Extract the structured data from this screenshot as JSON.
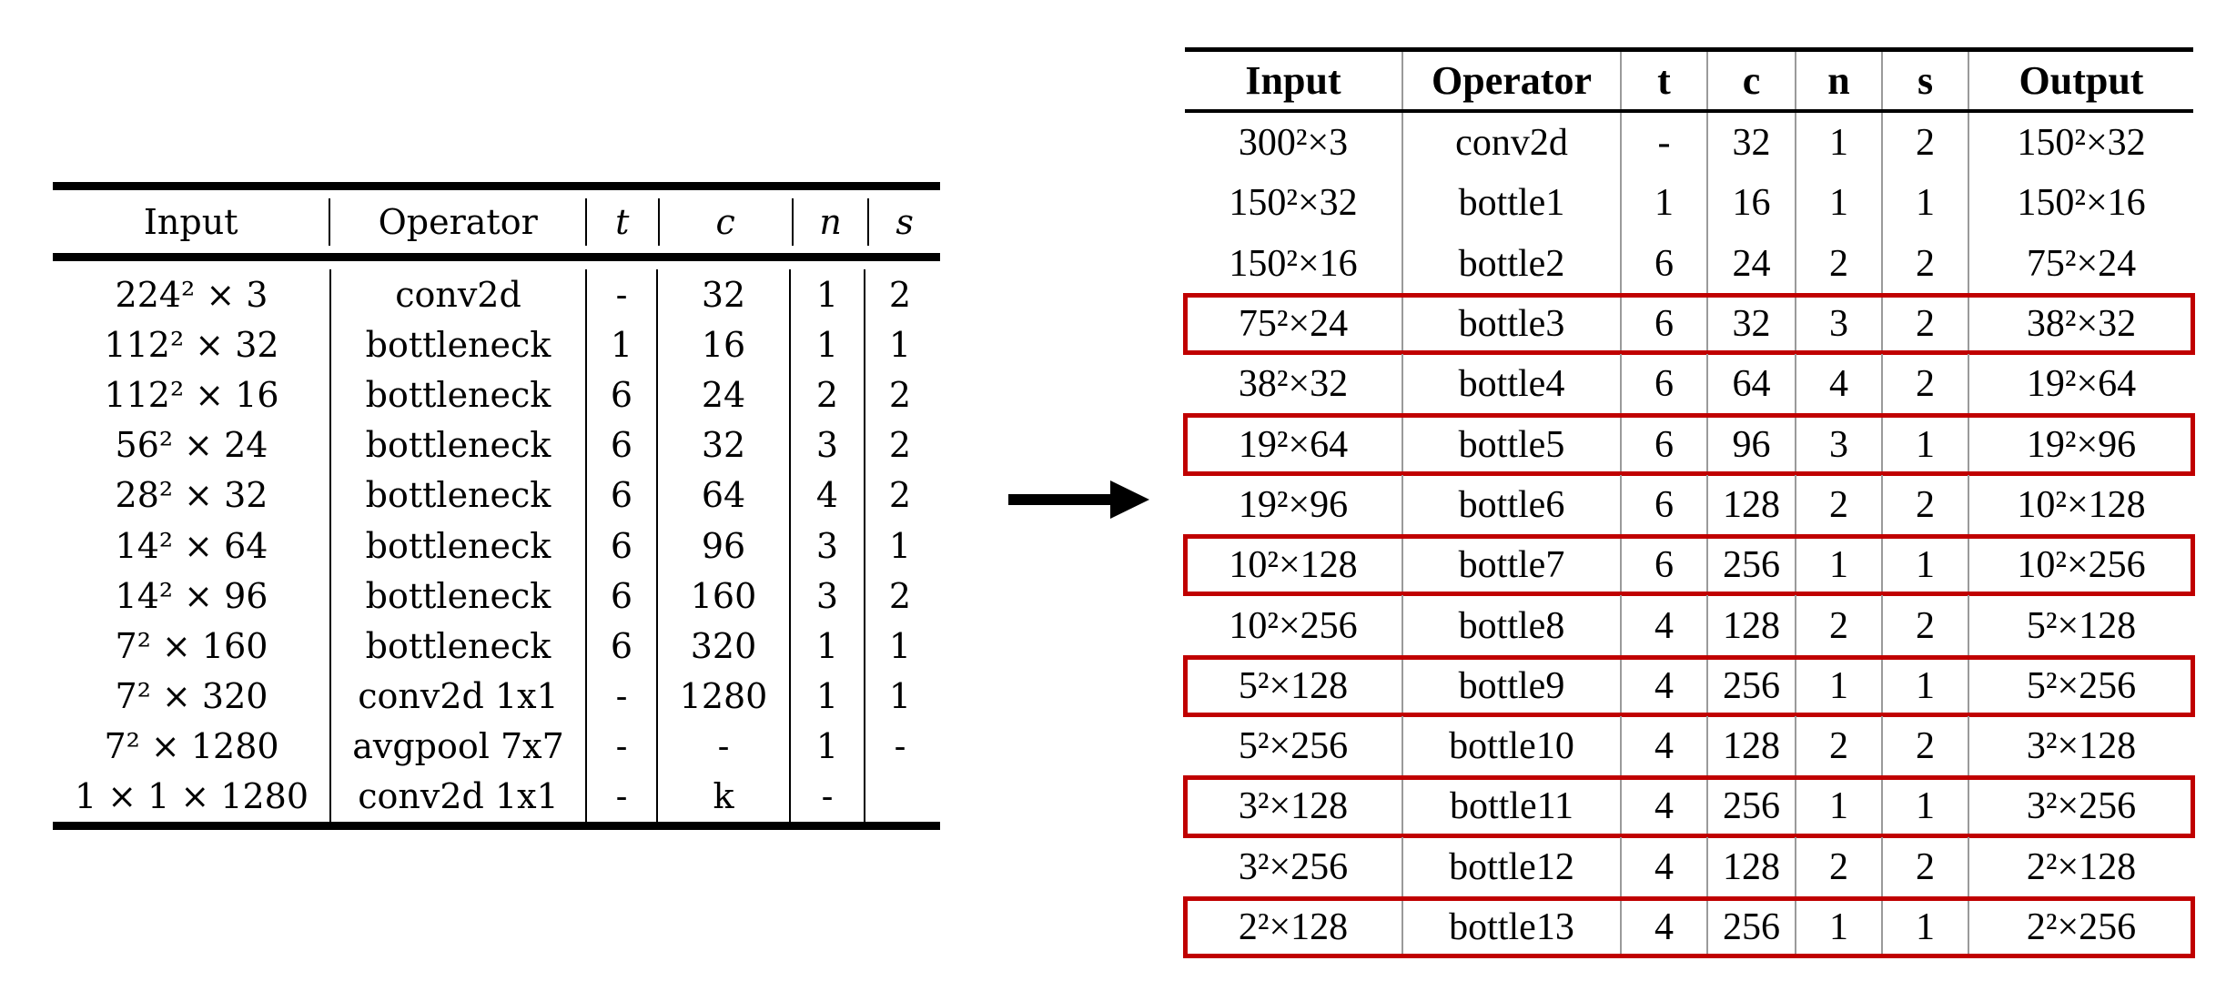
{
  "left_table": {
    "headers": [
      "Input",
      "Operator",
      "t",
      "c",
      "n",
      "s"
    ],
    "rows": [
      [
        "224² × 3",
        "conv2d",
        "-",
        "32",
        "1",
        "2"
      ],
      [
        "112² × 32",
        "bottleneck",
        "1",
        "16",
        "1",
        "1"
      ],
      [
        "112² × 16",
        "bottleneck",
        "6",
        "24",
        "2",
        "2"
      ],
      [
        "56² × 24",
        "bottleneck",
        "6",
        "32",
        "3",
        "2"
      ],
      [
        "28² × 32",
        "bottleneck",
        "6",
        "64",
        "4",
        "2"
      ],
      [
        "14² × 64",
        "bottleneck",
        "6",
        "96",
        "3",
        "1"
      ],
      [
        "14² × 96",
        "bottleneck",
        "6",
        "160",
        "3",
        "2"
      ],
      [
        "7² × 160",
        "bottleneck",
        "6",
        "320",
        "1",
        "1"
      ],
      [
        "7² × 320",
        "conv2d 1x1",
        "-",
        "1280",
        "1",
        "1"
      ],
      [
        "7² × 1280",
        "avgpool 7x7",
        "-",
        "-",
        "1",
        "-"
      ],
      [
        "1 × 1 × 1280",
        "conv2d 1x1",
        "-",
        "k",
        "-",
        ""
      ]
    ]
  },
  "right_table": {
    "headers": [
      "Input",
      "Operator",
      "t",
      "c",
      "n",
      "s",
      "Output"
    ],
    "rows": [
      [
        "300²×3",
        "conv2d",
        "-",
        "32",
        "1",
        "2",
        "150²×32"
      ],
      [
        "150²×32",
        "bottle1",
        "1",
        "16",
        "1",
        "1",
        "150²×16"
      ],
      [
        "150²×16",
        "bottle2",
        "6",
        "24",
        "2",
        "2",
        "75²×24"
      ],
      [
        "75²×24",
        "bottle3",
        "6",
        "32",
        "3",
        "2",
        "38²×32"
      ],
      [
        "38²×32",
        "bottle4",
        "6",
        "64",
        "4",
        "2",
        "19²×64"
      ],
      [
        "19²×64",
        "bottle5",
        "6",
        "96",
        "3",
        "1",
        "19²×96"
      ],
      [
        "19²×96",
        "bottle6",
        "6",
        "128",
        "2",
        "2",
        "10²×128"
      ],
      [
        "10²×128",
        "bottle7",
        "6",
        "256",
        "1",
        "1",
        "10²×256"
      ],
      [
        "10²×256",
        "bottle8",
        "4",
        "128",
        "2",
        "2",
        "5²×128"
      ],
      [
        "5²×128",
        "bottle9",
        "4",
        "256",
        "1",
        "1",
        "5²×256"
      ],
      [
        "5²×256",
        "bottle10",
        "4",
        "128",
        "2",
        "2",
        "3²×128"
      ],
      [
        "3²×128",
        "bottle11",
        "4",
        "256",
        "1",
        "1",
        "3²×256"
      ],
      [
        "3²×256",
        "bottle12",
        "4",
        "128",
        "2",
        "2",
        "2²×128"
      ],
      [
        "2²×128",
        "bottle13",
        "4",
        "256",
        "1",
        "1",
        "2²×256"
      ]
    ],
    "highlighted_rows": [
      3,
      5,
      7,
      9,
      11,
      13
    ],
    "highlight_color": "#c00000"
  },
  "arrow_icon": "right-arrow-icon"
}
